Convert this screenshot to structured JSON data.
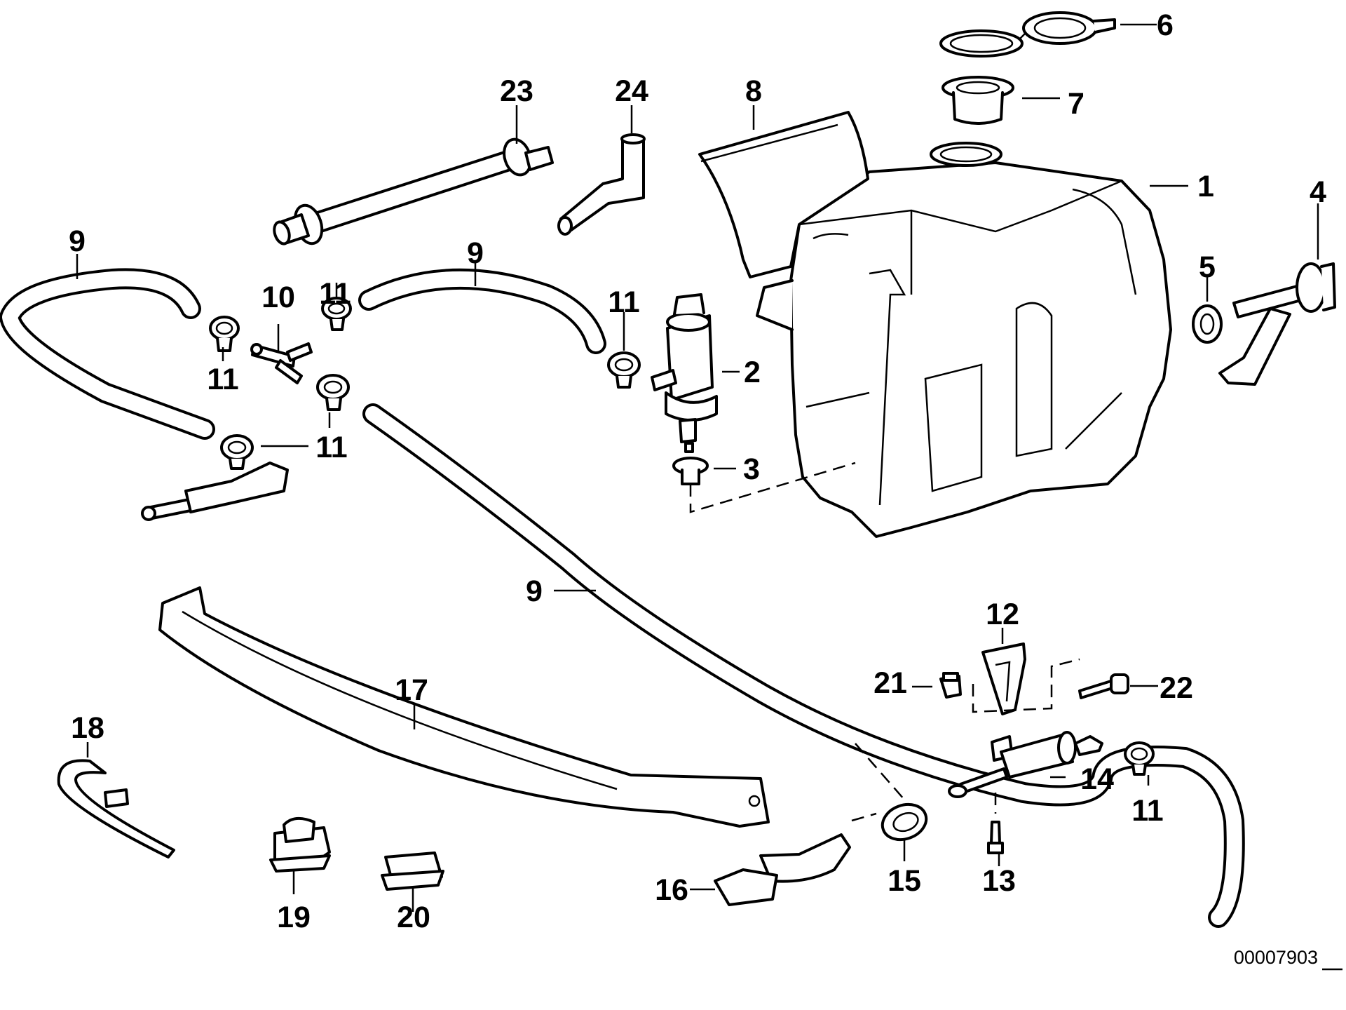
{
  "figure": {
    "reference_number": "00007903",
    "callouts": [
      {
        "id": "c1",
        "label": "1"
      },
      {
        "id": "c2",
        "label": "2"
      },
      {
        "id": "c3",
        "label": "3"
      },
      {
        "id": "c4",
        "label": "4"
      },
      {
        "id": "c5",
        "label": "5"
      },
      {
        "id": "c6",
        "label": "6"
      },
      {
        "id": "c7",
        "label": "7"
      },
      {
        "id": "c8",
        "label": "8"
      },
      {
        "id": "c9a",
        "label": "9"
      },
      {
        "id": "c9b",
        "label": "9"
      },
      {
        "id": "c9c",
        "label": "9"
      },
      {
        "id": "c10",
        "label": "10"
      },
      {
        "id": "c11a",
        "label": "11"
      },
      {
        "id": "c11b",
        "label": "11"
      },
      {
        "id": "c11c",
        "label": "11"
      },
      {
        "id": "c11d",
        "label": "11"
      },
      {
        "id": "c11e",
        "label": "11"
      },
      {
        "id": "c12",
        "label": "12"
      },
      {
        "id": "c13",
        "label": "13"
      },
      {
        "id": "c14",
        "label": "14"
      },
      {
        "id": "c15",
        "label": "15"
      },
      {
        "id": "c16",
        "label": "16"
      },
      {
        "id": "c17",
        "label": "17"
      },
      {
        "id": "c18",
        "label": "18"
      },
      {
        "id": "c19",
        "label": "19"
      },
      {
        "id": "c20",
        "label": "20"
      },
      {
        "id": "c21",
        "label": "21"
      },
      {
        "id": "c22",
        "label": "22"
      },
      {
        "id": "c23",
        "label": "23"
      },
      {
        "id": "c24",
        "label": "24"
      }
    ]
  }
}
